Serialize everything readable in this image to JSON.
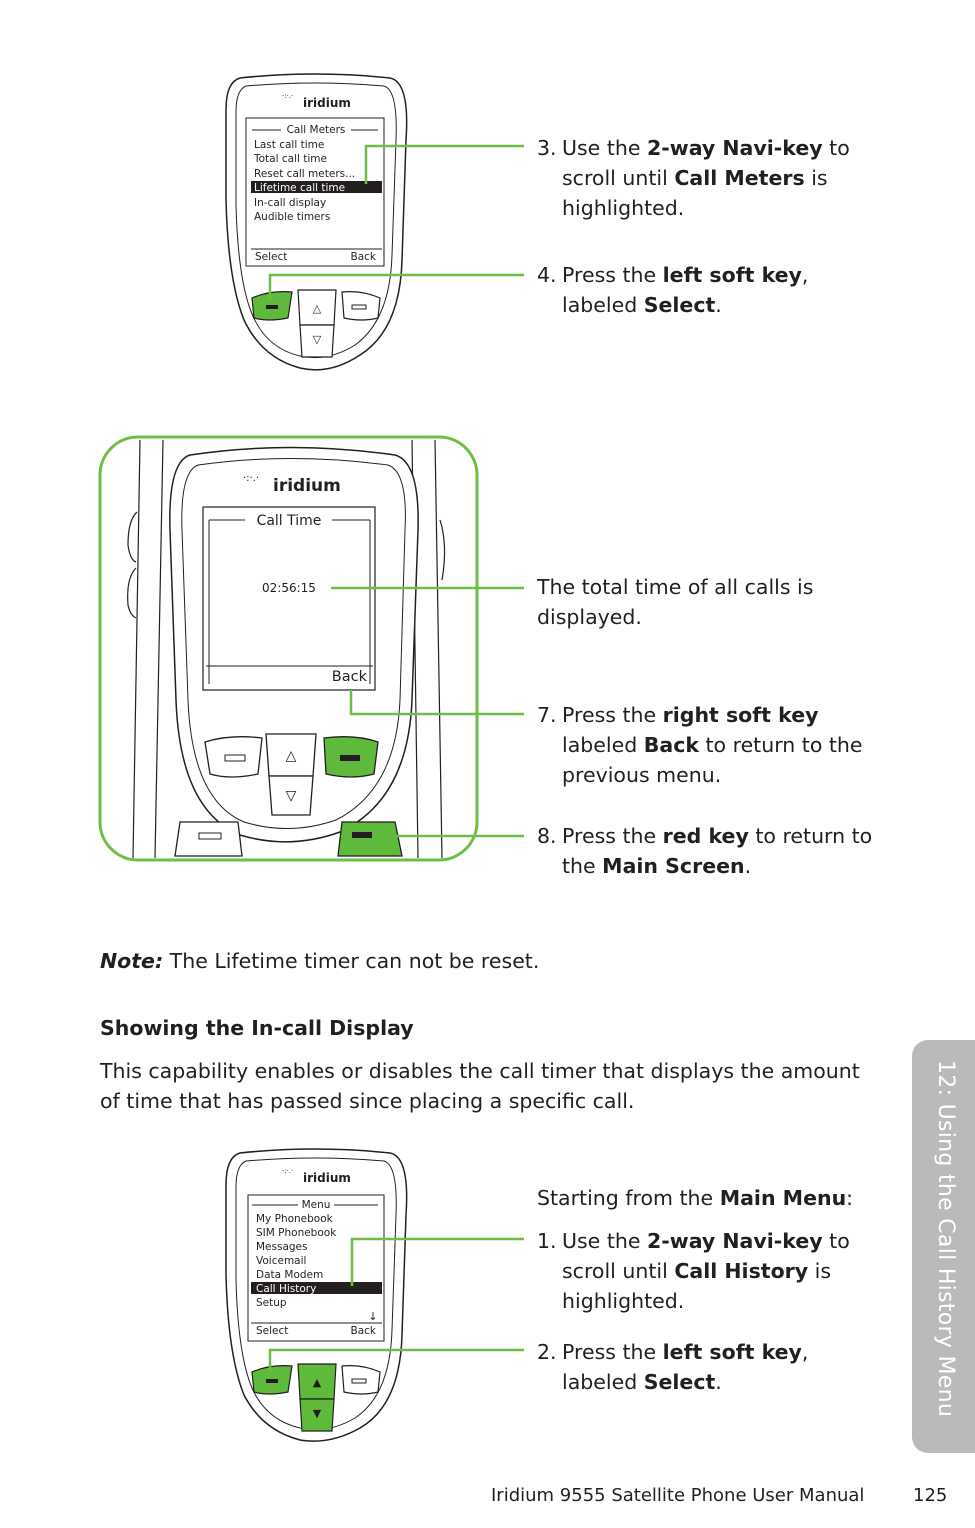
{
  "figure1": {
    "brand": "iridium",
    "menu_title": "Call Meters",
    "menu_items": [
      "Last call time",
      "Total call time",
      "Reset call meters...",
      "Lifetime call time",
      "In-call display",
      "Audible timers"
    ],
    "soft_left": "Select",
    "soft_right": "Back"
  },
  "figure2": {
    "brand": "iridium",
    "screen_title": "Call Time",
    "timer_value": "02:56:15",
    "soft_right": "Back"
  },
  "figure3": {
    "brand": "iridium",
    "menu_title": "Menu",
    "menu_items": [
      "My Phonebook",
      "SIM Phonebook",
      "Messages",
      "Voicemail",
      "Data Modem",
      "Call History",
      "Setup"
    ],
    "soft_left": "Select",
    "soft_right": "Back"
  },
  "steps": {
    "s3": {
      "num": "3.",
      "pre": "Use the ",
      "b1": "2-way Navi-key",
      "mid": " to scroll until ",
      "b2": "Call Meters",
      "post": " is highlighted."
    },
    "s4": {
      "num": "4.",
      "pre": "Press the ",
      "b1": "left soft key",
      "mid": ", labeled ",
      "b2": "Select",
      "post": "."
    },
    "total": "The total time of all calls is displayed.",
    "s7": {
      "num": "7.",
      "pre": "Press the ",
      "b1": "right soft key",
      "mid": " labeled ",
      "b2": "Back",
      "post": " to return to the previous menu."
    },
    "s8": {
      "num": "8.",
      "pre": "Press the ",
      "b1": "red key",
      "mid": " to return to the ",
      "b2": "Main Screen",
      "post": "."
    },
    "start": {
      "pre": "Starting from the ",
      "b1": "Main Menu",
      "post": ":"
    },
    "s1": {
      "num": "1.",
      "pre": "Use the ",
      "b1": "2-way Navi-key",
      "mid": " to scroll until ",
      "b2": "Call History",
      "post": " is highlighted."
    },
    "s2": {
      "num": "2.",
      "pre": "Press the ",
      "b1": "left soft key",
      "mid": ", labeled ",
      "b2": "Select",
      "post": "."
    }
  },
  "note": {
    "label": "Note:",
    "text": " The Lifetime timer can not be reset."
  },
  "section": {
    "title": "Showing the In-call Display",
    "body": "This capability enables or disables the call timer that displays the amount of time that has passed since placing a specific call."
  },
  "side_tab": "12: Using the Call History Menu",
  "footer": {
    "title": "Iridium 9555 Satellite Phone User Manual",
    "page": "125"
  },
  "colors": {
    "accent_green": "#6cbe45",
    "key_green": "#5fba3c",
    "tab_gray": "#b9babc",
    "text": "#231f20"
  }
}
